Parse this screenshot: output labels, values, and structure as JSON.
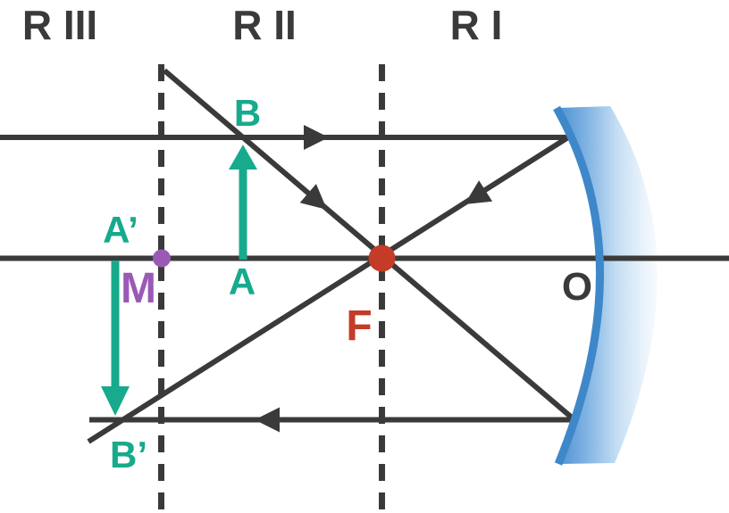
{
  "figure": {
    "type": "concave-mirror-ray-diagram",
    "region_labels": [
      "R III",
      "R II",
      "R I"
    ],
    "point_labels": {
      "object_top": "B",
      "object_base": "A",
      "image_base": "A’",
      "image_top": "B’",
      "midpoint": "M",
      "focus": "F",
      "pole": "O"
    },
    "colors": {
      "ray_dark": "#3a3a3a",
      "object_image_green": "#17aa8c",
      "focus_red": "#c43b28",
      "midpoint_purple": "#9b59b6",
      "mirror_blue": "#3e87c9",
      "label_dark": "#3a3a3a"
    }
  }
}
